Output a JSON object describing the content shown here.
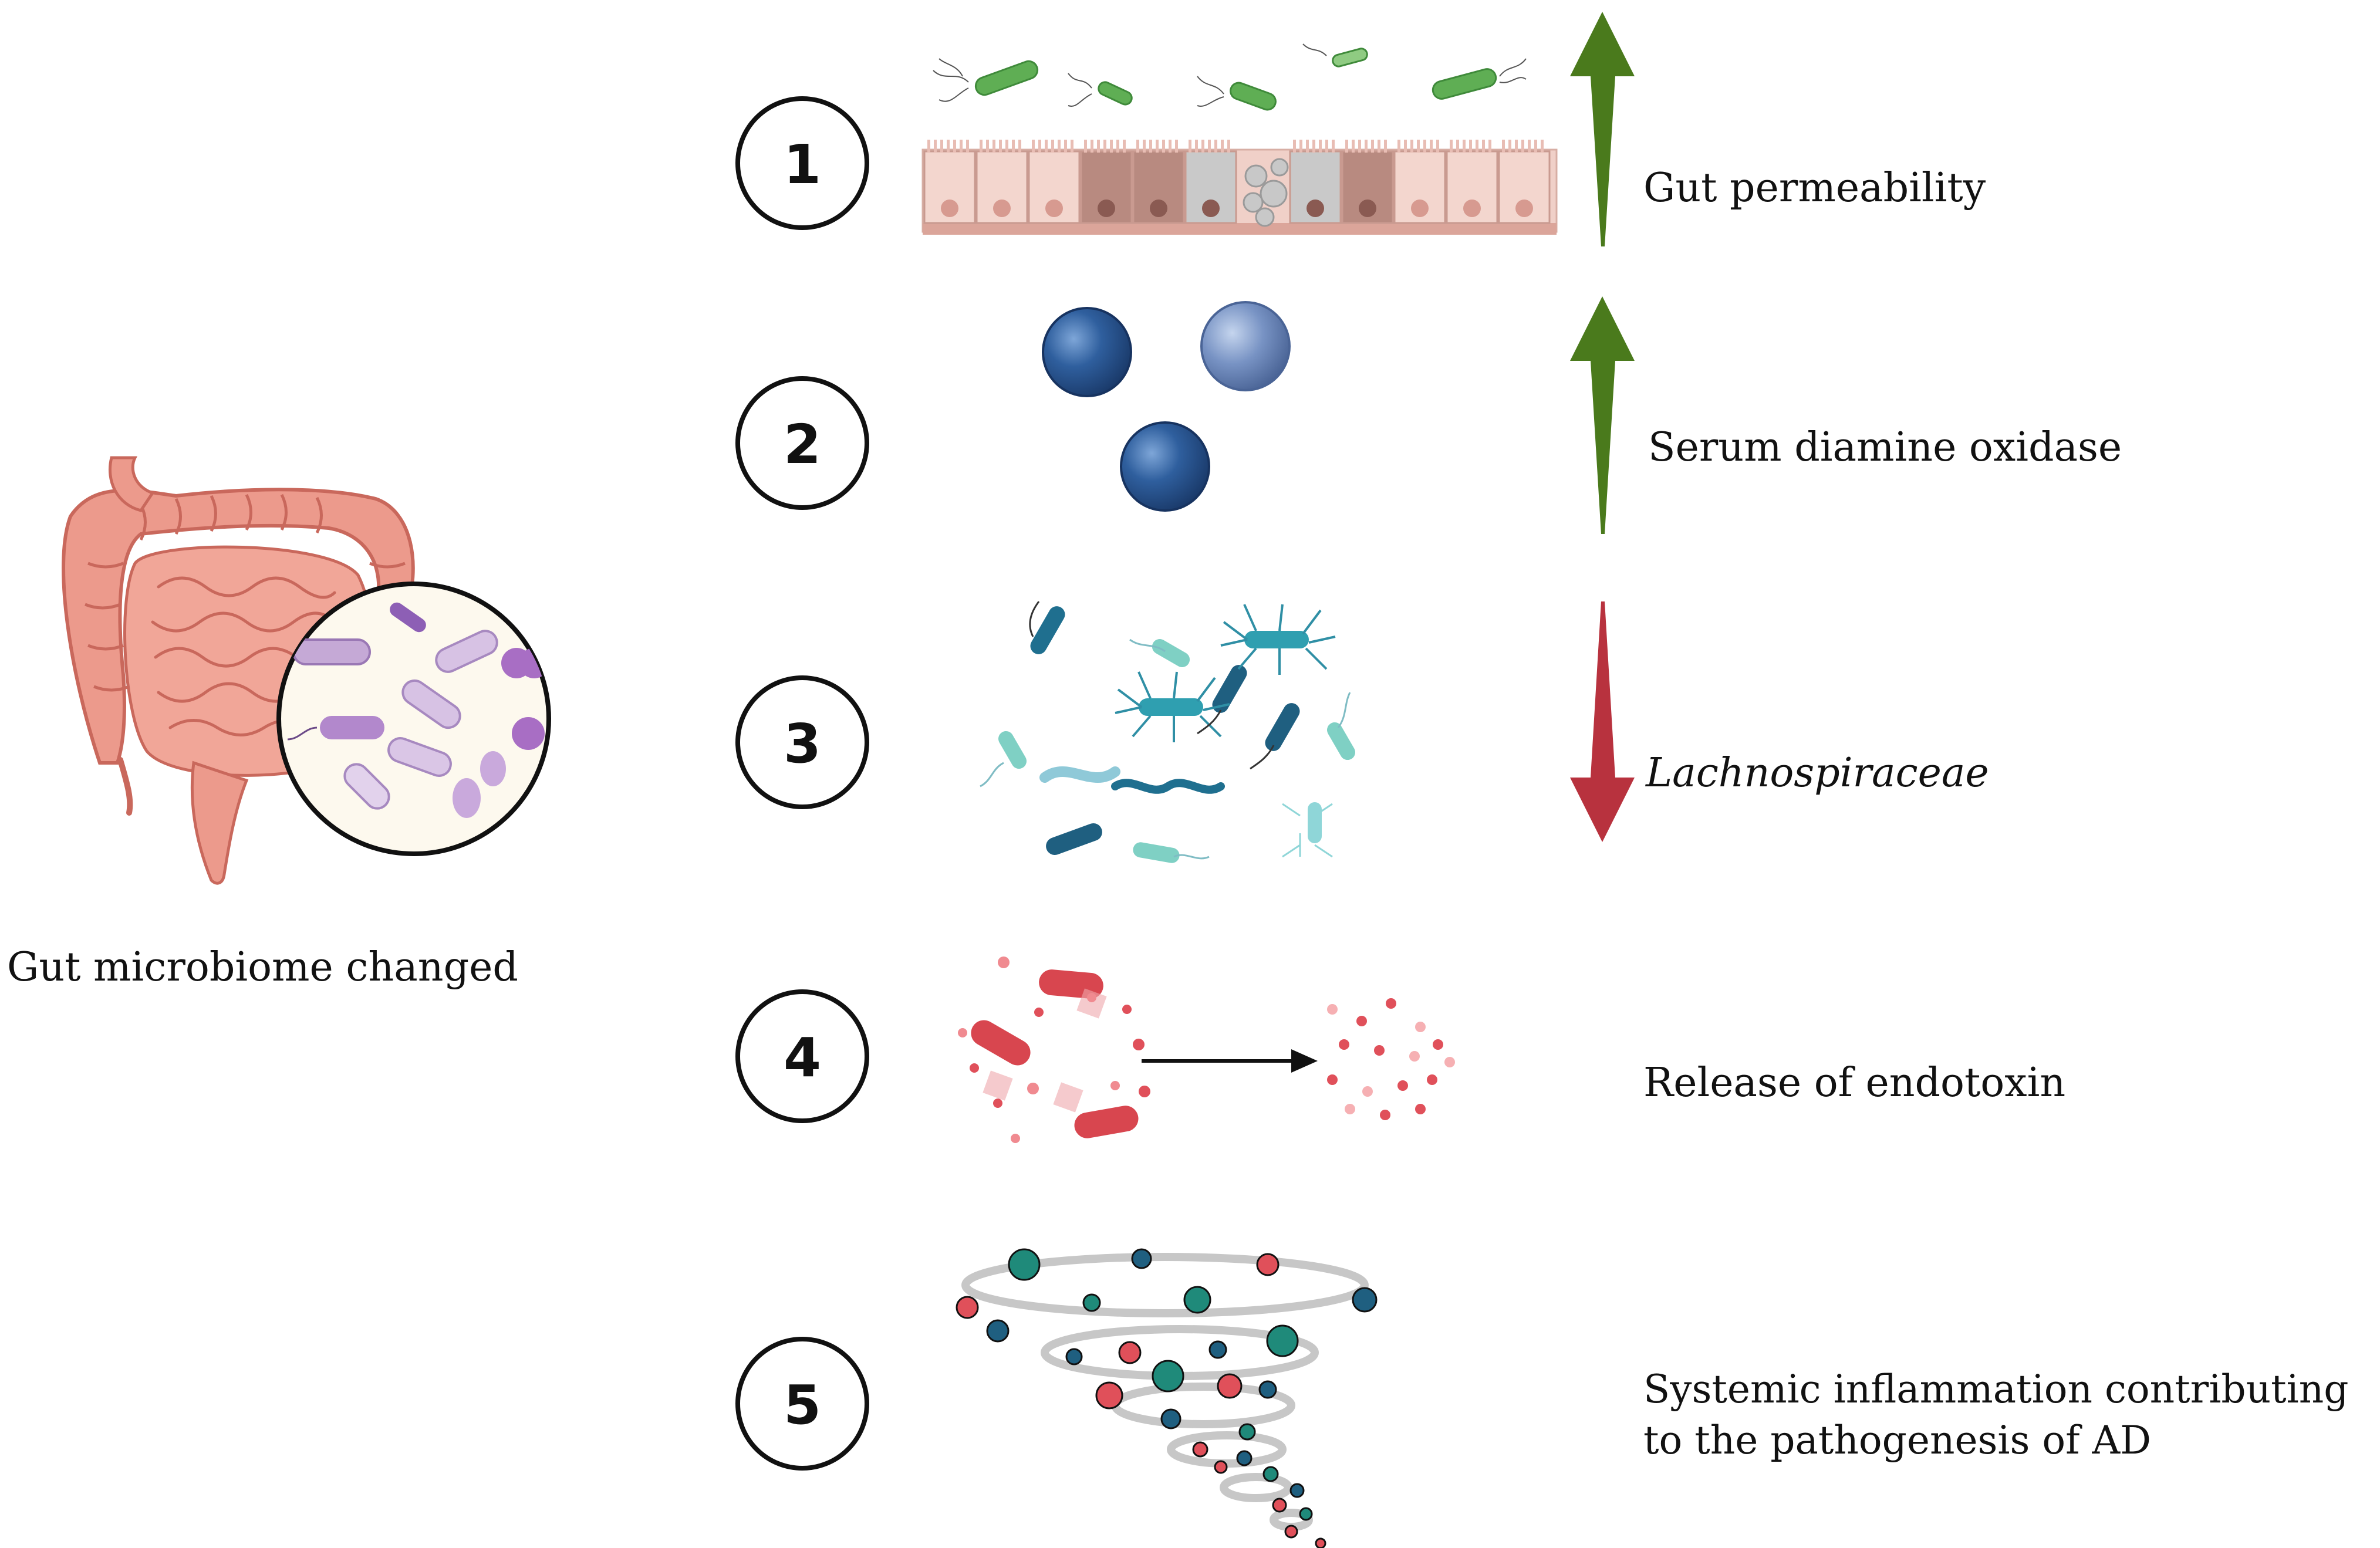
{
  "left_caption": "Gut microbiome changed",
  "steps": [
    {
      "number": "1",
      "label": "Gut permeability",
      "direction": "up",
      "arrow_color": "#4a7a1c"
    },
    {
      "number": "2",
      "label": "Serum diamine oxidase",
      "direction": "up",
      "arrow_color": "#4a7a1c"
    },
    {
      "number": "3",
      "label": "Lachnospiraceae",
      "direction": "down",
      "arrow_color": "#b8323e"
    },
    {
      "number": "4",
      "label": "Release of endotoxin",
      "direction": "none"
    },
    {
      "number": "5",
      "label_line1": "Systemic inflammation contributing",
      "label_line2": "to the pathogenesis of AD",
      "direction": "none"
    }
  ],
  "colors": {
    "intestine": "#ec9a8c",
    "intestine_dark": "#c9685c",
    "epithelium": "#f0d0c8",
    "bacteria_green": "#5fae54",
    "dao_blue": "#2f5f9e",
    "microbe_teal": "#2f8fa5",
    "endotoxin_red": "#e0505a",
    "up_arrow": "#4a7a1c",
    "down_arrow": "#b8323e"
  }
}
